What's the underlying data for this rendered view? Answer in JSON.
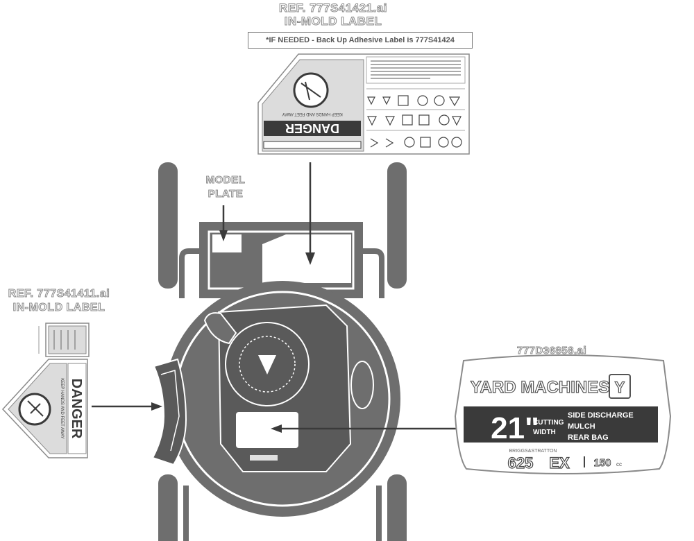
{
  "top_label": {
    "ref_line": "REF. 777S41421.ai",
    "type_line": "IN-MOLD LABEL",
    "backup_note": "*IF NEEDED - Back Up Adhesive Label is 777S41424",
    "danger_text": "DANGER",
    "keep_text": "KEEP HANDS AND FEET AWAY"
  },
  "left_label": {
    "ref_line": "REF. 777S41411.ai",
    "type_line": "IN-MOLD LABEL",
    "danger_text": "DANGER",
    "keep_text": "KEEP HANDS AND FEET AWAY"
  },
  "model_plate": {
    "line1": "MODEL",
    "line2": "PLATE"
  },
  "brand_label": {
    "ref": "777D36858.ai",
    "brand": "YARD MACHINES",
    "logo_letter": "Y",
    "size": "21\"",
    "cutting_1": "CUTTING",
    "cutting_2": "WIDTH",
    "feature_1": "SIDE DISCHARGE",
    "feature_2": "MULCH",
    "feature_3": "REAR BAG",
    "engine_brand": "BRIGGS&STRATTON",
    "engine_model": "625",
    "engine_suffix": "EX",
    "displacement": "150",
    "displacement_unit": "cc"
  },
  "colors": {
    "mower_gray": "#6e6e6e",
    "light_gray": "#dcdcdc",
    "label_dark": "#3a3a3a"
  }
}
